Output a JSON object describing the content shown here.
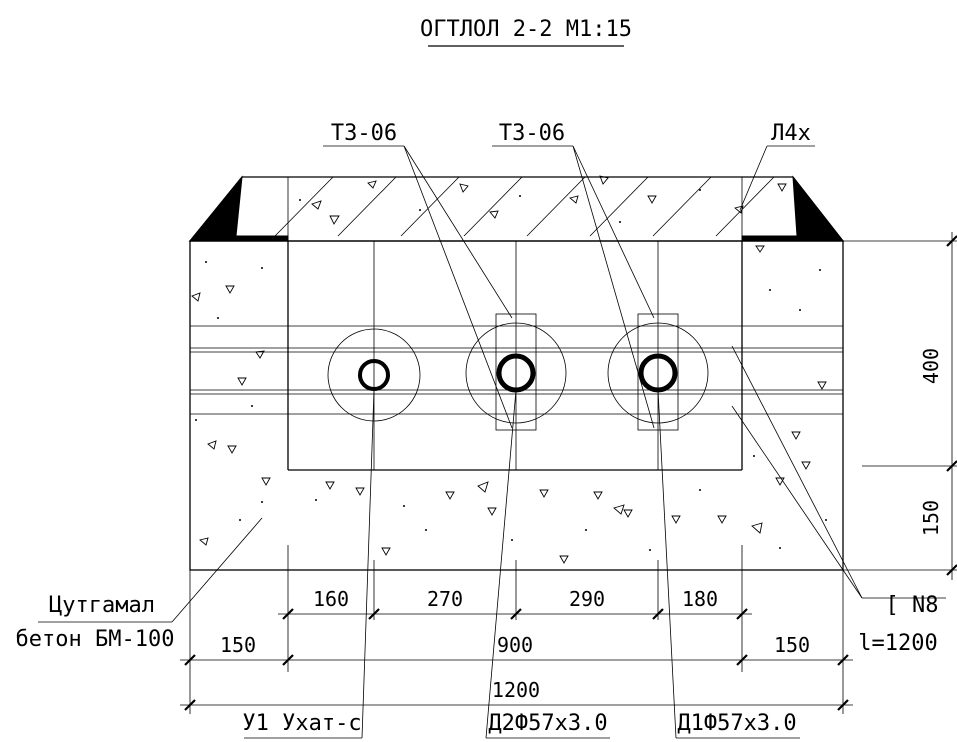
{
  "title": "ОГТЛОЛ 2-2 М1:15",
  "labels": {
    "tz_left": "ТЗ-06",
    "tz_right": "ТЗ-06",
    "l4x": "Л4х",
    "concrete_line1": "Цутгамал",
    "concrete_line2": "бетон БМ-100",
    "channel_line1": "[ N8",
    "channel_line2": "l=1200",
    "pipe_u1": "У1 Ухат-с",
    "pipe_d2": "Д2Ф57х3.0",
    "pipe_d1": "Д1Ф57х3.0"
  },
  "dimensions": {
    "d160": "160",
    "d270": "270",
    "d290": "290",
    "d180": "180",
    "d150_left": "150",
    "d900": "900",
    "d150_right": "150",
    "d1200": "1200",
    "d400": "400",
    "d150_vertical": "150"
  }
}
